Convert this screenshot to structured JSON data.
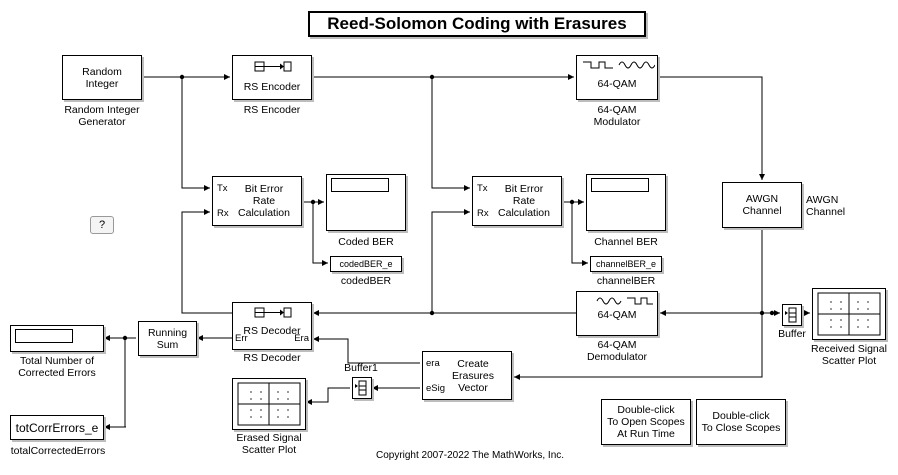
{
  "title": "Reed-Solomon Coding with Erasures",
  "help_button": "?",
  "copyright": "Copyright 2007-2022 The MathWorks, Inc.",
  "blocks": {
    "random_integer": {
      "text": "Random\nInteger",
      "label": "Random Integer\nGenerator"
    },
    "rs_encoder": {
      "text": "RS Encoder",
      "label": "RS Encoder"
    },
    "qam_mod": {
      "text": "64-QAM",
      "label": "64-QAM\nModulator"
    },
    "ber_coded": {
      "text": "Bit Error\nRate\nCalculation",
      "tx": "Tx",
      "rx": "Rx"
    },
    "ber_channel": {
      "text": "Bit Error\nRate\nCalculation",
      "tx": "Tx",
      "rx": "Rx"
    },
    "coded_ber_display": {
      "label": "Coded BER"
    },
    "coded_ber_ws": {
      "text": "codedBER_e",
      "label": "codedBER"
    },
    "channel_ber_display": {
      "label": "Channel BER"
    },
    "channel_ber_ws": {
      "text": "channelBER_e",
      "label": "channelBER"
    },
    "awgn": {
      "text": "AWGN\nChannel",
      "label": "AWGN\nChannel"
    },
    "rs_decoder": {
      "text": "RS Decoder",
      "label": "RS Decoder",
      "err": "Err",
      "era": "Era"
    },
    "qam_demod": {
      "text": "64-QAM",
      "label": "64-QAM\nDemodulator"
    },
    "buffer": {
      "label": "Buffer"
    },
    "buffer1": {
      "label": "Buffer1"
    },
    "received_scatter": {
      "label": "Received Signal\nScatter Plot"
    },
    "erased_scatter": {
      "label": "Erased Signal\nScatter Plot"
    },
    "create_erasures": {
      "text": "Create\nErasures\nVector",
      "era": "era",
      "esig": "eSig"
    },
    "running_sum": {
      "text": "Running\nSum"
    },
    "total_display": {
      "label": "Total Number of\nCorrected Errors"
    },
    "total_ws": {
      "text": "totCorrErrors_e",
      "label": "totalCorrectedErrors"
    },
    "open_scopes": {
      "text": "Double-click\nTo Open Scopes\nAt Run Time"
    },
    "close_scopes": {
      "text": "Double-click\nTo Close Scopes"
    }
  }
}
